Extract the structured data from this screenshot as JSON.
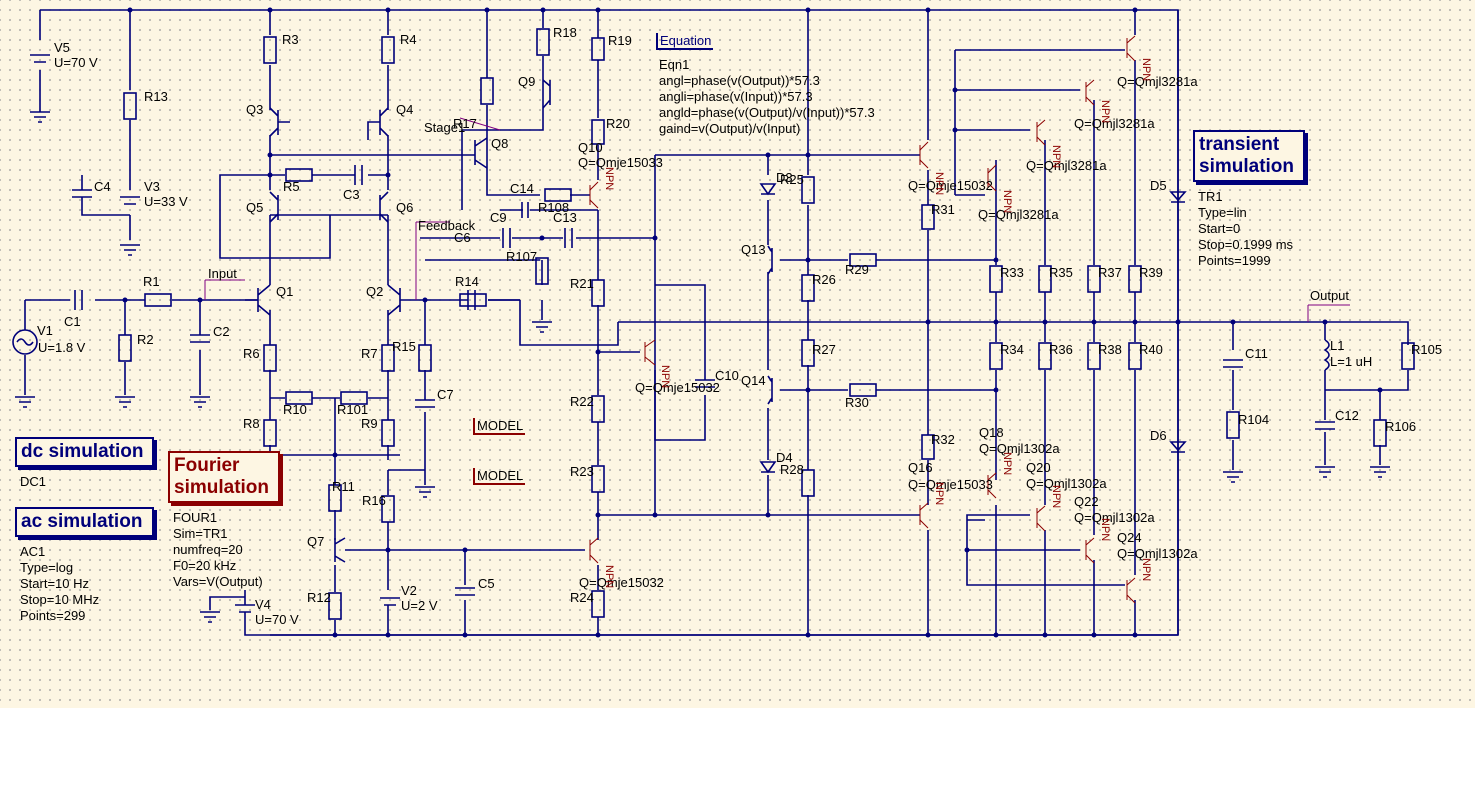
{
  "diagram": {
    "components": [
      {
        "id": "V5",
        "value": "U=70 V"
      },
      {
        "id": "V3",
        "value": "U=33 V"
      },
      {
        "id": "V1",
        "value": "U=1.8 V"
      },
      {
        "id": "V2",
        "value": "U=2 V"
      },
      {
        "id": "V4",
        "value": "U=70 V"
      },
      {
        "id": "L1",
        "value": "L=1 uH"
      }
    ],
    "nodes": [
      "Input",
      "Output",
      "Stage1",
      "Feedback"
    ],
    "transistors_small": [
      "Q1",
      "Q2",
      "Q3",
      "Q4",
      "Q5",
      "Q6",
      "Q7",
      "Q8",
      "Q9",
      "Q13",
      "Q14"
    ],
    "transistors_models": {
      "Q10": "Q=Qmje15033",
      "Q11": "Q=Qmje15032",
      "Q12": "Q=Qmje15032",
      "Q15": "Q=Qmje15032",
      "Q16": "Q=Qmje15033",
      "Q17": "Q=Qmjl3281a",
      "Q19": "Q=Qmjl3281a",
      "Q21": "Q=Qmjl3281a",
      "Q23": "Q=Qmjl3281a",
      "Q18": "Q=Qmjl1302a",
      "Q20": "Q=Qmjl1302a",
      "Q22": "Q=Qmjl1302a",
      "Q24": "Q=Qmjl1302a"
    },
    "npn": "NPN",
    "model_label": "MODEL"
  },
  "equation": {
    "header": "Equation",
    "name": "Eqn1",
    "lines": [
      "angl=phase(v(Output))*57.3",
      "angli=phase(v(Input))*57.3",
      "angld=phase(v(Output)/v(Input))*57.3",
      "gaind=v(Output)/v(Input)"
    ]
  },
  "simulations": {
    "dc": {
      "title": "dc simulation",
      "name": "DC1"
    },
    "ac": {
      "title": "ac simulation",
      "name": "AC1",
      "params": [
        "Type=log",
        "Start=10 Hz",
        "Stop=10 MHz",
        "Points=299"
      ]
    },
    "fourier": {
      "title_line1": "Fourier",
      "title_line2": "simulation",
      "name": "FOUR1",
      "params": [
        "Sim=TR1",
        "numfreq=20",
        "F0=20 kHz",
        "Vars=V(Output)"
      ]
    },
    "transient": {
      "title_line1": "transient",
      "title_line2": "simulation",
      "name": "TR1",
      "params": [
        "Type=lin",
        "Start=0",
        "Stop=0.1999 ms",
        "Points=1999"
      ]
    }
  },
  "colors": {
    "wire": "#00007a",
    "model": "#8b0000",
    "background": "#fdf6e3"
  }
}
